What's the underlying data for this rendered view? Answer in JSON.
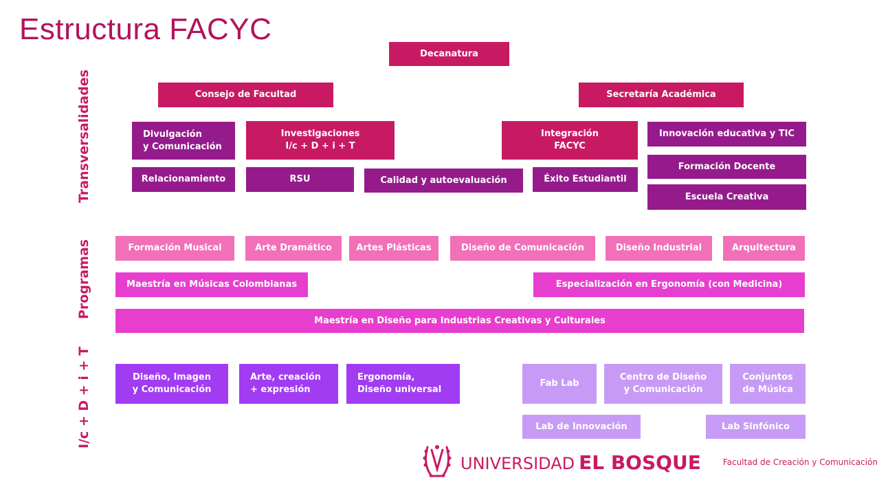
{
  "title": "Estructura FACYC",
  "colors": {
    "crimson": "#c81a62",
    "purple": "#951b8c",
    "pink": "#f170b8",
    "magenta": "#e83ecf",
    "violet": "#a13cf2",
    "lilac": "#c79bf5"
  },
  "sections": {
    "transversalidades": "Transversalidades",
    "programas": "Programas",
    "icdit": "I/c + D + i + T"
  },
  "governance": {
    "decanatura": "Decanatura",
    "consejo": "Consejo de Facultad",
    "secretaria": "Secretaría Académica"
  },
  "transversal": {
    "divulgacion": "Divulgación\ny  Comunicación",
    "investigaciones": "Investigaciones\nI/c + D + i + T",
    "integracion": "Integración\nFACYC",
    "innovacion": "Innovación educativa y TIC",
    "relacionamiento": "Relacionamiento",
    "rsu": "RSU",
    "calidad": "Calidad y autoevaluación",
    "exito": "Éxito Estudiantil",
    "formacion_docente": "Formación Docente",
    "escuela_creativa": "Escuela Creativa"
  },
  "programas": {
    "musical": "Formación Musical",
    "dramatico": "Arte Dramático",
    "plasticas": "Artes Plásticas",
    "comunicacion": "Diseño de Comunicación",
    "industrial": "Diseño Industrial",
    "arquitectura": "Arquitectura",
    "maestria_musicas": "Maestría en Músicas Colombianas",
    "especializacion": "Especialización en Ergonomía (con Medicina)",
    "maestria_diseno": "Maestría en Diseño para Industrias Creativas y Culturales"
  },
  "icdit": {
    "diseno_imagen": "Diseño, Imagen\ny  Comunicación",
    "arte_creacion": "Arte, creación\n+ expresión",
    "ergonomia": "Ergonomía,\nDiseño universal",
    "fablab": "Fab Lab",
    "centro_diseno": "Centro de Diseño\ny  Comunicación",
    "conjuntos": "Conjuntos\nde Música",
    "lab_innovacion": "Lab de Innovación",
    "lab_sinfonico": "Lab Sinfónico"
  },
  "footer": {
    "universidad": "UNIVERSIDAD",
    "el_bosque": "EL BOSQUE",
    "faculty": "Facultad de Creación y Comunicación",
    "logo_icon": "university-crest-icon"
  }
}
